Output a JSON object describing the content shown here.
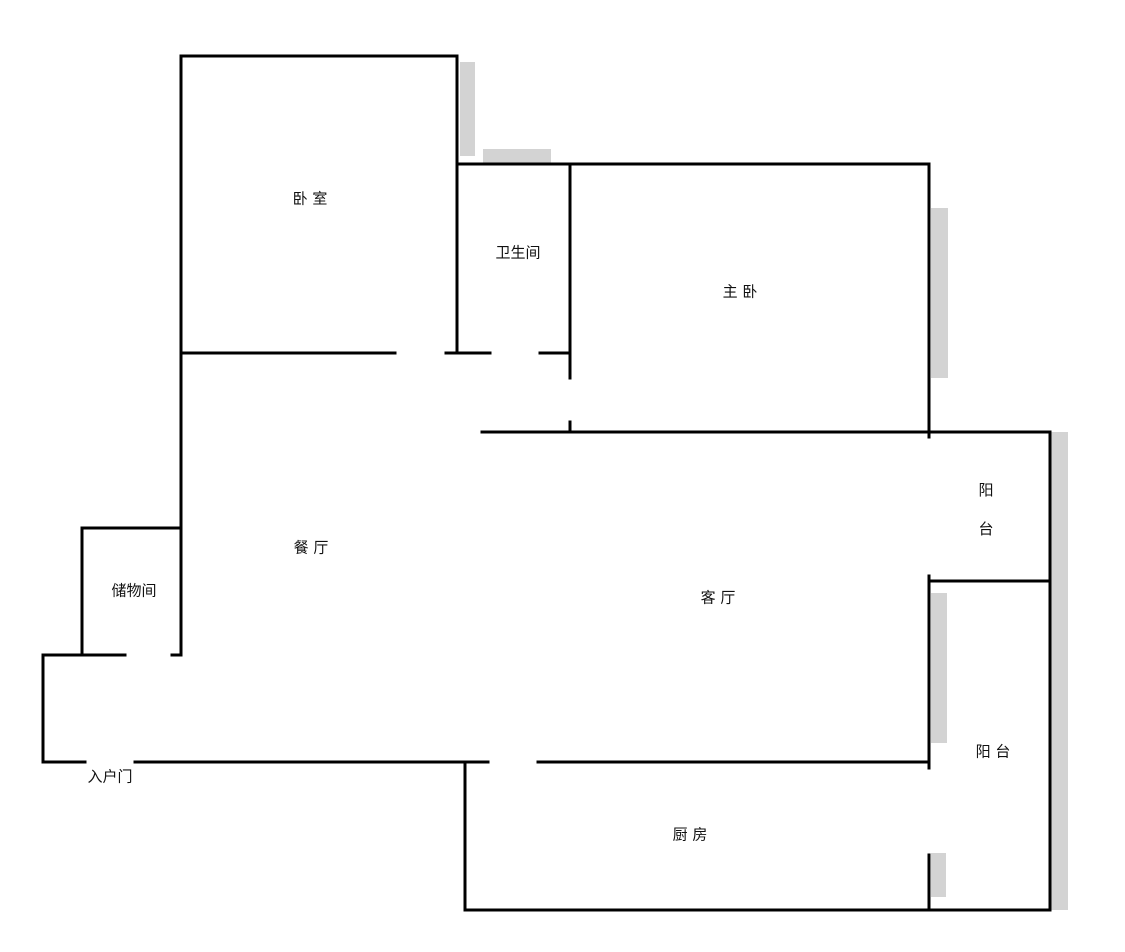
{
  "rooms": {
    "bedroom": "卧 室",
    "bathroom": "卫生间",
    "master_bedroom": "主 卧",
    "balcony_upper_line1": "阳",
    "balcony_upper_line2": "台",
    "dining": "餐 厅",
    "storage": "储物间",
    "living": "客 厅",
    "balcony_lower": "阳 台",
    "entrance": "入户门",
    "kitchen": "厨  房"
  },
  "colors": {
    "wall": "#000000",
    "window": "#d3d3d3"
  }
}
